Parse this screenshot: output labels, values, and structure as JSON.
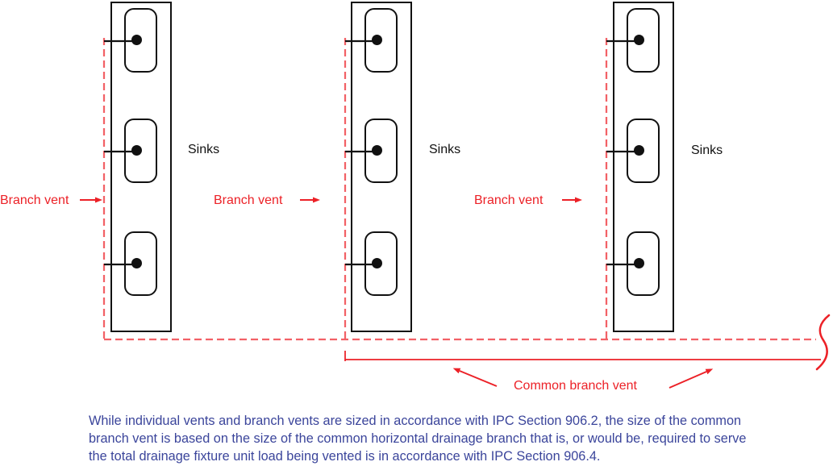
{
  "colors": {
    "red": "#EC2127",
    "dash_red": "#F26166",
    "line_black": "#111111",
    "caption_blue": "#3B459B",
    "canvas_bg": "#FFFFFF"
  },
  "diagram": {
    "banks": [
      {
        "sinks_label": "Sinks"
      },
      {
        "sinks_label": "Sinks"
      },
      {
        "sinks_label": "Sinks"
      }
    ],
    "branch_vents": [
      {
        "label": "Branch vent"
      },
      {
        "label": "Branch vent"
      },
      {
        "label": "Branch vent"
      }
    ],
    "common_branch_vent": {
      "label": "Common branch vent"
    }
  },
  "caption": {
    "line1": "While individual vents and branch vents are sized in accordance with IPC Section 906.2, the size of the common",
    "line2": "branch vent is based on the size of the common horizontal drainage branch that is, or would be, required to serve",
    "line3": "the total drainage fixture unit load being vented is in accordance with IPC Section 906.4."
  }
}
